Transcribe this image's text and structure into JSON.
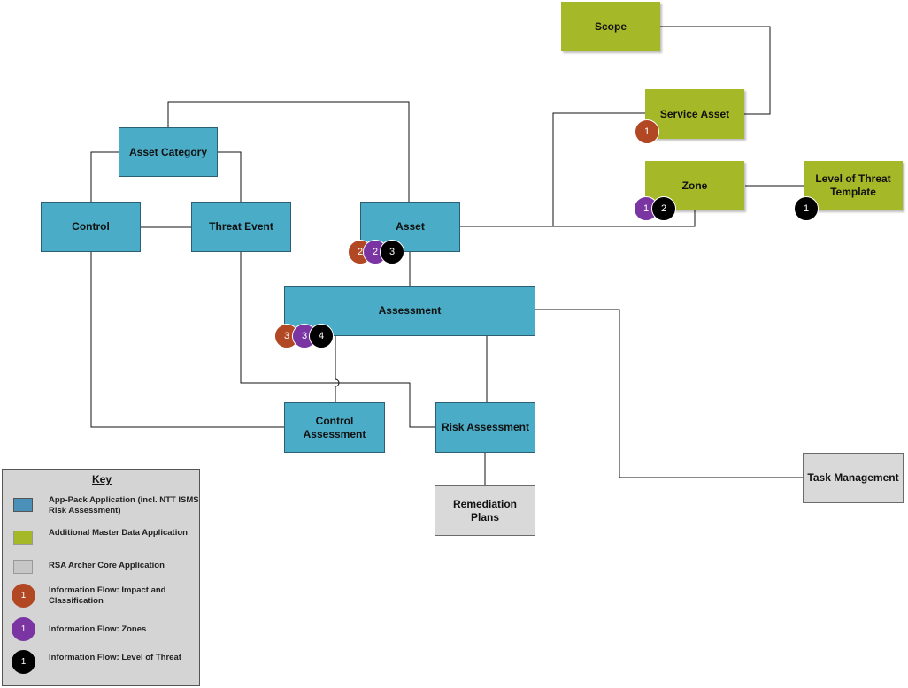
{
  "nodes": {
    "scope": "Scope",
    "service_asset": "Service Asset",
    "zone": "Zone",
    "level_of_threat_template": "Level of Threat Template",
    "asset_category": "Asset Category",
    "control": "Control",
    "threat_event": "Threat Event",
    "asset": "Asset",
    "assessment": "Assessment",
    "control_assessment": "Control Assessment",
    "risk_assessment": "Risk Assessment",
    "remediation_plans": "Remediation Plans",
    "task_management": "Task Management"
  },
  "badges": {
    "service_asset": [
      "1"
    ],
    "zone": [
      "1",
      "2"
    ],
    "level_of_threat_template": [
      "1"
    ],
    "asset": [
      "2",
      "2",
      "3"
    ],
    "assessment": [
      "3",
      "3",
      "4"
    ]
  },
  "legend": {
    "title": "Key",
    "items": [
      {
        "label": "App-Pack Application (incl. NTT ISMS Risk Assessment)",
        "color": "#4aacc6"
      },
      {
        "label": "Additional Master Data Application",
        "color": "#a5b828"
      },
      {
        "label": "RSA Archer Core Application",
        "color": "#d9d9d9"
      },
      {
        "label": "Information Flow: Impact and Classification",
        "color": "#b24724",
        "number": "1"
      },
      {
        "label": "Information Flow: Zones",
        "color": "#7a35a3",
        "number": "1"
      },
      {
        "label": "Information Flow: Level of Threat",
        "color": "#000000",
        "number": "1"
      }
    ]
  },
  "colors": {
    "app_pack": "#4aacc6",
    "master_data": "#a5b828",
    "core": "#d9d9d9",
    "flow_impact": "#b24724",
    "flow_zones": "#7a35a3",
    "flow_threat": "#000000"
  }
}
